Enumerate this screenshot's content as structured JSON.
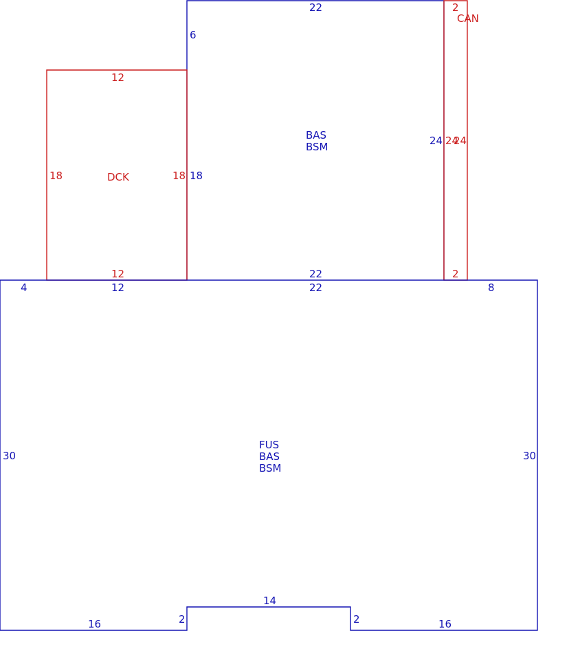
{
  "colors": {
    "blue": "#1414b4",
    "red": "#cc1f1f"
  },
  "upper_section": {
    "lines": [
      "BAS",
      "BSM"
    ],
    "dims": {
      "top": "22",
      "left_upper": "6",
      "left_lower": "18",
      "right": "24",
      "bottom": "22"
    }
  },
  "deck": {
    "label": "DCK",
    "dims": {
      "top": "12",
      "left": "18",
      "right": "18",
      "bottom": "12"
    }
  },
  "canopy": {
    "label": "CAN",
    "dims": {
      "top": "2",
      "left": "24",
      "right": "24",
      "bottom": "2"
    }
  },
  "main_section": {
    "lines": [
      "FUS",
      "BAS",
      "BSM"
    ],
    "dims": {
      "top_left": "4",
      "top_mid_left": "12",
      "top_mid": "22",
      "top_right": "8",
      "left": "30",
      "right": "30",
      "bottom_left": "16",
      "notch_left": "2",
      "notch_top": "14",
      "notch_right": "2",
      "bottom_right": "16"
    }
  }
}
